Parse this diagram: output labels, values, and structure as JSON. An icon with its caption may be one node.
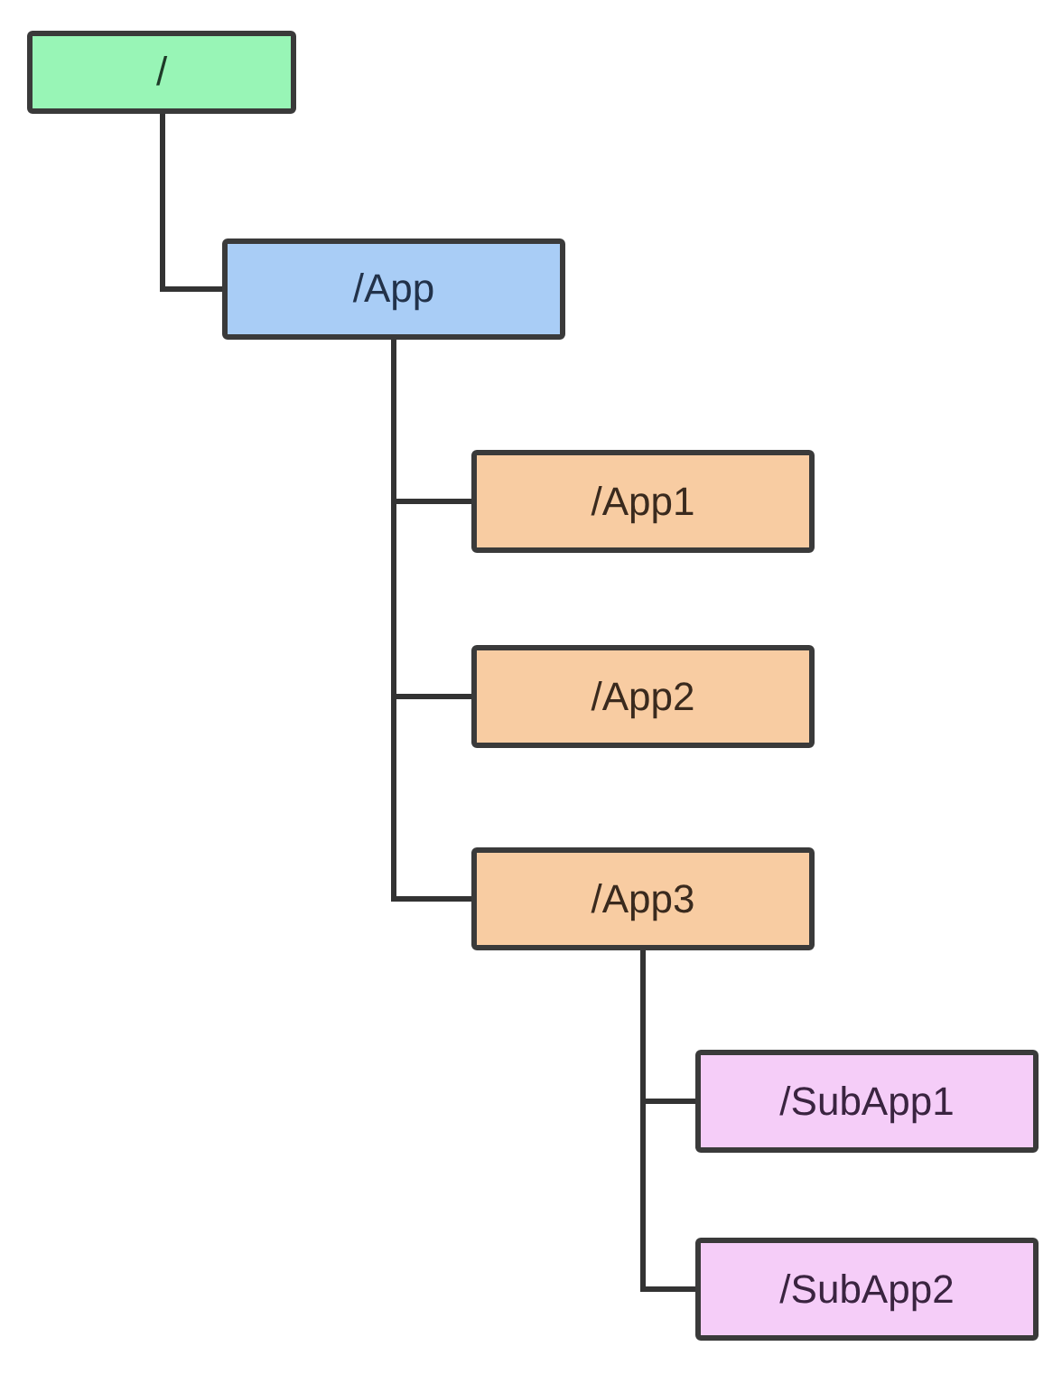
{
  "diagram": {
    "nodes": [
      {
        "text": [
          "/"
        ]
      },
      {
        "text": [
          "/App"
        ]
      },
      {
        "text": [
          "/App1"
        ]
      },
      {
        "text": [
          "/App2"
        ]
      },
      {
        "text": [
          "/App3"
        ]
      },
      {
        "text": [
          "/SubApp1"
        ]
      },
      {
        "text": [
          "/SubApp2"
        ]
      }
    ],
    "edges": [
      {
        "from": 0,
        "to": 1,
        "arrow": "none"
      },
      {
        "from": 1,
        "to": 2,
        "arrow": "none"
      },
      {
        "from": 1,
        "to": 3,
        "arrow": "none"
      },
      {
        "from": 1,
        "to": 4,
        "arrow": "none"
      },
      {
        "from": 4,
        "to": 5,
        "arrow": "none"
      },
      {
        "from": 4,
        "to": 6,
        "arrow": "none"
      }
    ]
  }
}
